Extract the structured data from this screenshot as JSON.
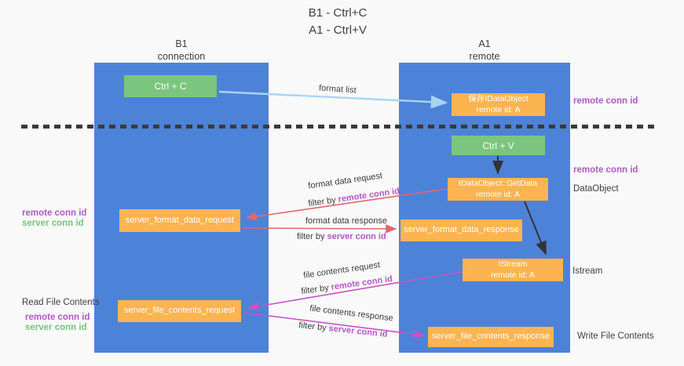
{
  "title": {
    "line1": "B1 - Ctrl+C",
    "line2": "A1 - Ctrl+V"
  },
  "lifelines": {
    "left": {
      "title": "B1",
      "subtitle": "connection"
    },
    "right": {
      "title": "A1",
      "subtitle": "remote"
    }
  },
  "nodes": {
    "ctrl_c": {
      "label": "Ctrl + C"
    },
    "ctrl_v": {
      "label": "Ctrl + V"
    },
    "save_idataobject": {
      "line1": "保存IDataObject",
      "line2": "remote id: A"
    },
    "idataobject_getdata": {
      "line1": "IDataObject::GetData",
      "line2": "remote id: A"
    },
    "istream": {
      "line1": "IStream",
      "line2": "remote id: A"
    },
    "server_format_data_request": {
      "label": "server_format_data_request"
    },
    "server_format_data_response": {
      "label": "server_format_data_response"
    },
    "server_file_contents_request": {
      "label": "server_file_contents_request"
    },
    "server_file_contents_response": {
      "label": "server_file_contents_response"
    }
  },
  "arrow_labels": {
    "format_list": "format list",
    "format_data_request": "format data request",
    "format_data_response": "format data response",
    "file_contents_request": "file contents request",
    "file_contents_response": "file contents response",
    "filter_by": "filter by ",
    "remote_conn_id": "remote conn id",
    "server_conn_id": "server conn id"
  },
  "side_labels": {
    "remote_conn_id": "remote conn id",
    "server_conn_id": "server conn id",
    "dataobject": "DataObject",
    "istream": "Istream",
    "read_file_contents": "Read File Contents",
    "write_file_contents": "Write File Contents"
  },
  "colors": {
    "lifeline_blue": "#4d82d9",
    "node_orange": "#fbb450",
    "node_green": "#7cc57e",
    "remote_conn_purple": "#b157c4",
    "server_conn_green": "#74c47c",
    "arrow_light_blue": "#a8d4f2",
    "arrow_red": "#e0676c",
    "arrow_magenta": "#c653c6",
    "arrow_black": "#333333",
    "dashed_line": "#3a3a3a",
    "background": "#f9f9f9"
  }
}
